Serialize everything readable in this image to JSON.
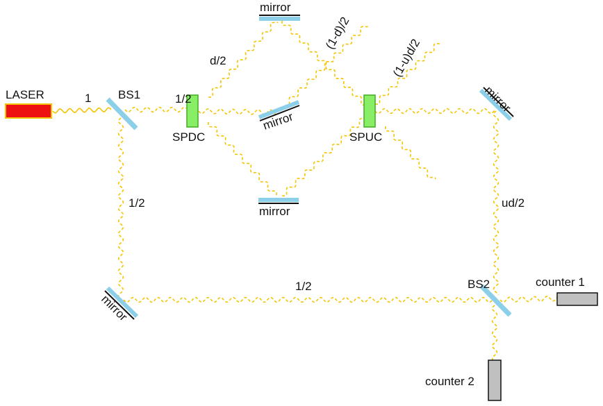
{
  "labels": {
    "laser": "LASER",
    "bs1": "BS1",
    "bs2": "BS2",
    "spdc": "SPDC",
    "spuc": "SPUC",
    "counter1": "counter 1",
    "counter2": "counter 2",
    "mirror": "mirror",
    "beam_one": "1",
    "beam_half": "1/2",
    "beam_d_half": "d/2",
    "beam_1_minus_d_half": "(1-d)/2",
    "beam_1_minus_u_d_half": "(1-u)d/2",
    "beam_ud_half": "ud/2"
  },
  "colors": {
    "laser_fill": "#ee1111",
    "laser_border": "#f5c400",
    "crystal_fill": "#88ee66",
    "crystal_border": "#44aa22",
    "splitter": "#8ccfe8",
    "mirror_glass": "#8ccfe8",
    "mirror_back": "#111111",
    "counter_fill": "#c0c0c0",
    "beam": "#f5c400"
  }
}
